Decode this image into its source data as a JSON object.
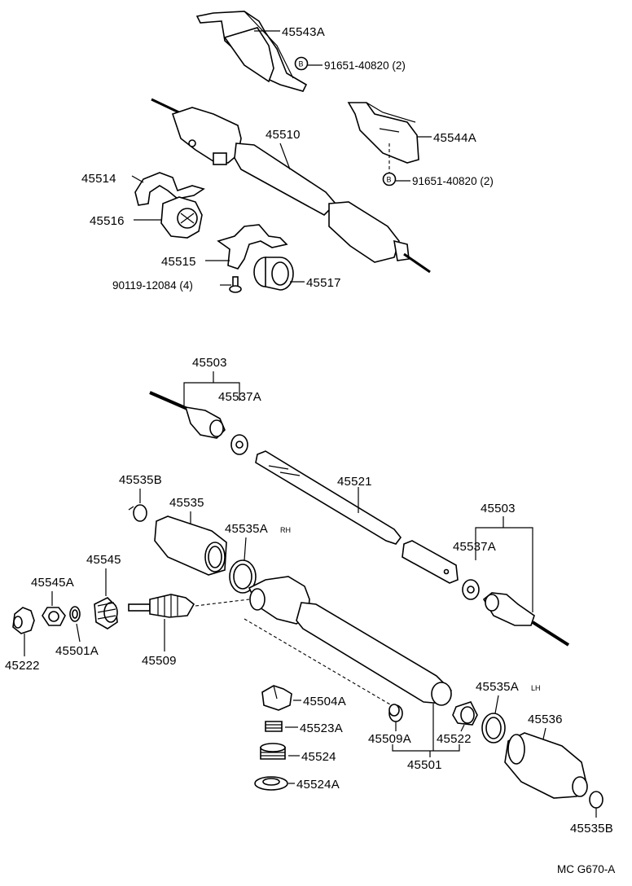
{
  "diagram_code": "MC G670-A",
  "suffix_rh": "RH",
  "suffix_lh": "LH",
  "bolt_marker": "B",
  "labels": {
    "p45543A": "45543A",
    "p91651_a": "91651-40820 (2)",
    "p45510": "45510",
    "p45544A": "45544A",
    "p91651_b": "91651-40820 (2)",
    "p45514": "45514",
    "p45516": "45516",
    "p45515": "45515",
    "p45517": "45517",
    "p90119": "90119-12084 (4)",
    "p45503_a": "45503",
    "p45537A_a": "45537A",
    "p45535B_a": "45535B",
    "p45535": "45535",
    "p45521": "45521",
    "p45503_b": "45503",
    "p45535A_rh": "45535A",
    "p45537A_b": "45537A",
    "p45545": "45545",
    "p45545A": "45545A",
    "p45501A": "45501A",
    "p45509": "45509",
    "p45222": "45222",
    "p45535A_lh": "45535A",
    "p45504A": "45504A",
    "p45523A": "45523A",
    "p45524": "45524",
    "p45524A": "45524A",
    "p45509A": "45509A",
    "p45522": "45522",
    "p45501": "45501",
    "p45536": "45536",
    "p45535B_b": "45535B"
  }
}
